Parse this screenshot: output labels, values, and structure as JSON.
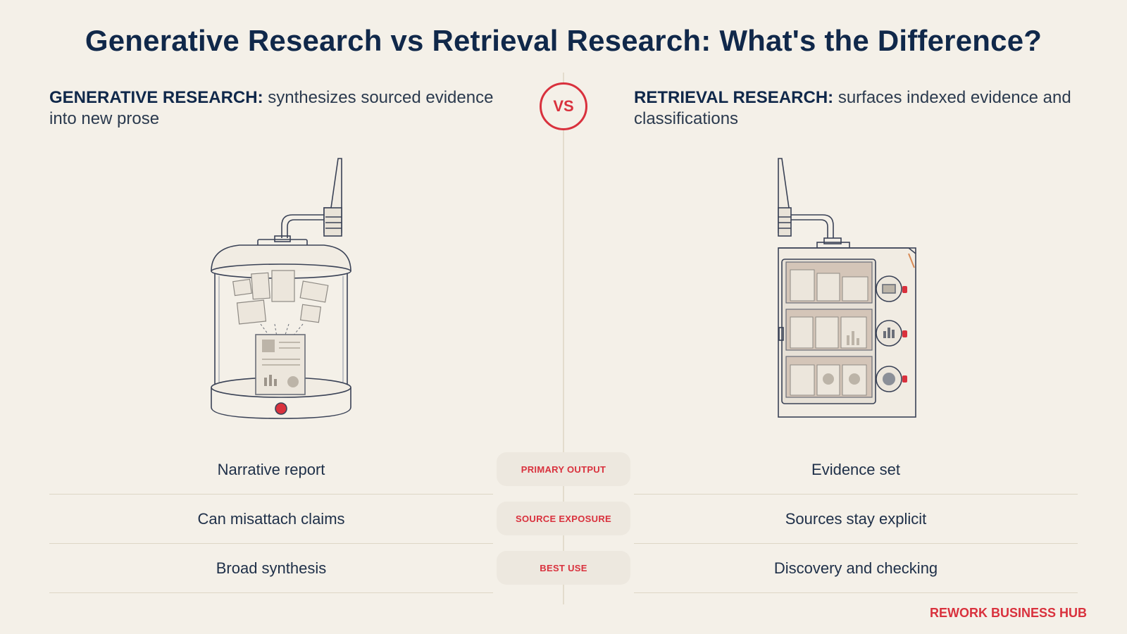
{
  "title": "Generative Research vs Retrieval Research: What's the Difference?",
  "vs_label": "VS",
  "left": {
    "lead": "GENERATIVE RESEARCH:",
    "description": "synthesizes sourced evidence into new prose"
  },
  "right": {
    "lead": "RETRIEVAL RESEARCH:",
    "description": "surfaces indexed evidence and classifications"
  },
  "rows": [
    {
      "label": "PRIMARY OUTPUT",
      "left": "Narrative report",
      "right": "Evidence set"
    },
    {
      "label": "SOURCE EXPOSURE",
      "left": "Can misattach claims",
      "right": "Sources stay explicit"
    },
    {
      "label": "BEST USE",
      "left": "Broad synthesis",
      "right": "Discovery and checking"
    }
  ],
  "brand": "REWORK BUSINESS HUB",
  "colors": {
    "accent": "#d9313d",
    "navy": "#10284a",
    "background": "#f4f0e8"
  }
}
